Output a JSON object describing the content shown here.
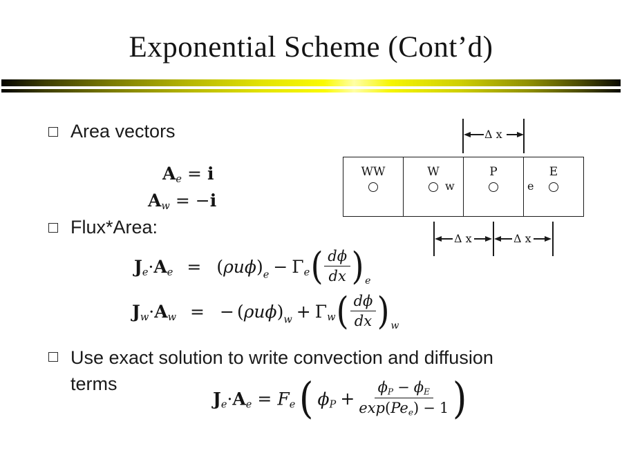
{
  "title": "Exponential Scheme (Cont’d)",
  "bullets": {
    "area_vectors": "Area vectors",
    "flux_area": "Flux*Area:",
    "exact_line1": "Use exact solution to write convection and diffusion",
    "exact_line2": "terms"
  },
  "equations": {
    "area_e": {
      "A": "A",
      "sub": "e",
      "eq": "=",
      "i": "i"
    },
    "area_w": {
      "A": "A",
      "sub": "w",
      "eq": "=",
      "minus": "−",
      "i": "i"
    },
    "flux_e": {
      "J": "J",
      "J_sub": "e",
      "dot": "·",
      "A": "A",
      "A_sub": "e",
      "eq": "=",
      "open": "(",
      "rho_u_phi": "ρuϕ",
      "close": ")",
      "term_sub": "e",
      "op": "−",
      "Gamma": "Γ",
      "Gamma_sub": "e",
      "paren_l": "(",
      "frac_num": "dϕ",
      "frac_den": "dx",
      "paren_r": ")",
      "outer_sub": "e"
    },
    "flux_w": {
      "J": "J",
      "J_sub": "w",
      "dot": "·",
      "A": "A",
      "A_sub": "w",
      "eq": "=",
      "neg": "−",
      "open": "(",
      "rho_u_phi": "ρuϕ",
      "close": ")",
      "term_sub": "w",
      "op": "+",
      "Gamma": "Γ",
      "Gamma_sub": "w",
      "paren_l": "(",
      "frac_num": "dϕ",
      "frac_den": "dx",
      "paren_r": ")",
      "outer_sub": "w"
    },
    "exact": {
      "J": "J",
      "J_sub": "e",
      "dot": "·",
      "A": "A",
      "A_sub": "e",
      "eq": "=",
      "F": "F",
      "F_sub": "e",
      "paren_l": "(",
      "phi": "ϕ",
      "phi_sub": "P",
      "plus": "+",
      "num_phi1": "ϕ",
      "num_phi1_sub": "P",
      "num_minus": "−",
      "num_phi2": "ϕ",
      "num_phi2_sub": "E",
      "den_exp": "exp",
      "den_open": "(",
      "den_Pe": "Pe",
      "den_Pe_sub": "e",
      "den_close": ")",
      "den_minus": "−",
      "den_one": "1",
      "paren_r": ")"
    }
  },
  "diagram": {
    "nodes": [
      "WW",
      "W",
      "P",
      "E"
    ],
    "face_w": "w",
    "face_e": "e",
    "dim_top": "Δ x",
    "dim_bottom_left": "Δ x",
    "dim_bottom_right": "Δ x"
  },
  "colors": {
    "rule_yellow": "#f8f800",
    "rule_dark": "#0a0a00",
    "text": "#141414",
    "background": "#ffffff"
  }
}
